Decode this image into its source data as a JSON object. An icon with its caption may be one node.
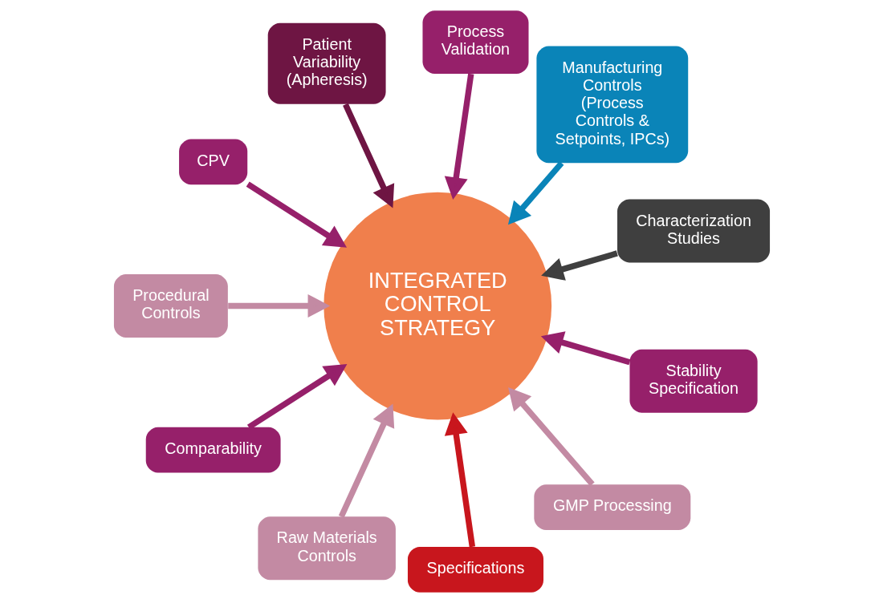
{
  "diagram": {
    "nodes": [
      {
        "text": [
          "Characterization Studies"
        ]
      },
      {
        "text": [
          "Manufacturing Controls (Process Controls & Setpoints, IPCs)"
        ]
      },
      {
        "text": [
          "Process Validation"
        ]
      },
      {
        "text": [
          "Patient Variability (Apheresis)"
        ]
      },
      {
        "text": [
          "CPV"
        ]
      },
      {
        "text": [
          "Procedural Controls"
        ]
      },
      {
        "text": [
          "Comparability"
        ]
      },
      {
        "text": [
          "INTEGRATED CONTROL STRATEGY"
        ]
      },
      {
        "text": [
          "Raw Materials Controls"
        ]
      },
      {
        "text": [
          "Specifications"
        ]
      },
      {
        "text": [
          "GMP Processing"
        ]
      },
      {
        "text": [
          "Stability Specification"
        ]
      }
    ],
    "edges": [
      {
        "from": 0,
        "to": 7,
        "arrow": "to",
        "color": "#3f3f3f"
      },
      {
        "from": 1,
        "to": 7,
        "arrow": "to",
        "color": "#0a84b8"
      },
      {
        "from": 2,
        "to": 7,
        "arrow": "to"
      },
      {
        "from": 3,
        "to": 7,
        "arrow": "to",
        "color": "#6e1543"
      },
      {
        "from": 4,
        "to": 7,
        "arrow": "to"
      },
      {
        "from": 5,
        "to": 7,
        "arrow": "to",
        "color": "#c38aa3"
      },
      {
        "from": 6,
        "to": 7,
        "arrow": "to"
      },
      {
        "from": 8,
        "to": 7,
        "arrow": "to",
        "color": "#c38aa3"
      },
      {
        "from": 9,
        "to": 7,
        "arrow": "to",
        "color": "#c8161d"
      },
      {
        "from": 10,
        "to": 7,
        "arrow": "to",
        "color": "#c38aa3"
      },
      {
        "from": 11,
        "to": 7,
        "arrow": "to"
      }
    ]
  }
}
